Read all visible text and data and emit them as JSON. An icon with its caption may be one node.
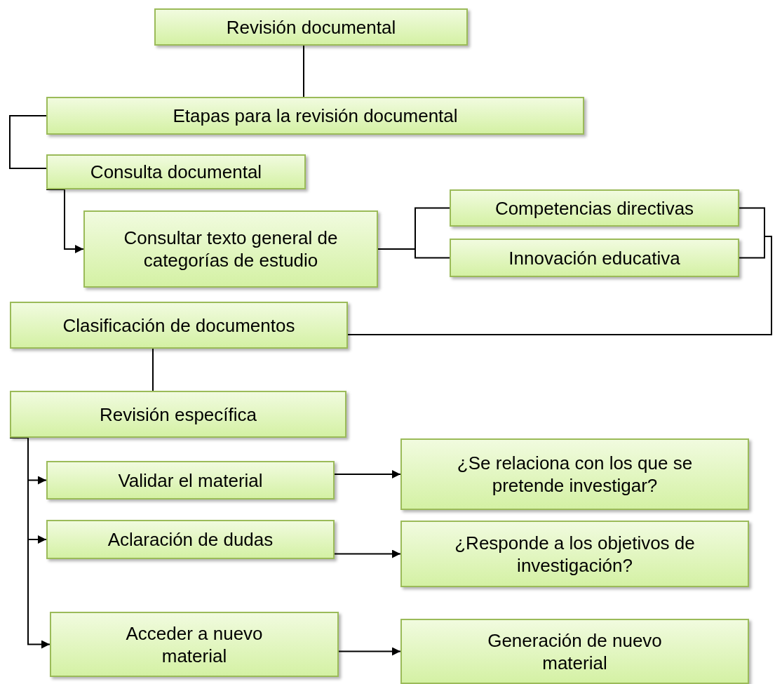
{
  "diagram": {
    "nodes": [
      {
        "text": [
          "Revisión documental"
        ]
      },
      {
        "text": [
          "Etapas para la revisión documental"
        ]
      },
      {
        "text": [
          "Consulta documental"
        ]
      },
      {
        "text": [
          "Consultar texto general de categorías de estudio"
        ]
      },
      {
        "text": [
          "Competencias directivas"
        ]
      },
      {
        "text": [
          "Innovación educativa"
        ]
      },
      {
        "text": [
          "Clasificación de documentos"
        ]
      },
      {
        "text": [
          "Revisión específica"
        ]
      },
      {
        "text": [
          "Validar el material"
        ]
      },
      {
        "text": [
          "¿Se relaciona con los que se pretende investigar?"
        ]
      },
      {
        "text": [
          "Aclaración de dudas"
        ]
      },
      {
        "text": [
          "¿Responde a los objetivos de investigación?"
        ]
      },
      {
        "text": [
          "Acceder a nuevo material"
        ]
      },
      {
        "text": [
          "Generación de nuevo material"
        ]
      }
    ],
    "edges": [
      {
        "from": 0,
        "to": 1,
        "arrow": "none"
      },
      {
        "from": 1,
        "to": 2,
        "arrow": "none"
      },
      {
        "from": 2,
        "to": 3,
        "arrow": "to"
      },
      {
        "from": 3,
        "to": 4,
        "arrow": "none"
      },
      {
        "from": 3,
        "to": 5,
        "arrow": "none"
      },
      {
        "from": 4,
        "to": 6,
        "arrow": "none"
      },
      {
        "from": 5,
        "to": 6,
        "arrow": "none"
      },
      {
        "from": 6,
        "to": 7,
        "arrow": "none"
      },
      {
        "from": 7,
        "to": 8,
        "arrow": "to"
      },
      {
        "from": 7,
        "to": 10,
        "arrow": "to"
      },
      {
        "from": 7,
        "to": 12,
        "arrow": "to"
      },
      {
        "from": 8,
        "to": 9,
        "arrow": "to"
      },
      {
        "from": 10,
        "to": 11,
        "arrow": "to"
      },
      {
        "from": 12,
        "to": 13,
        "arrow": "to"
      }
    ]
  }
}
